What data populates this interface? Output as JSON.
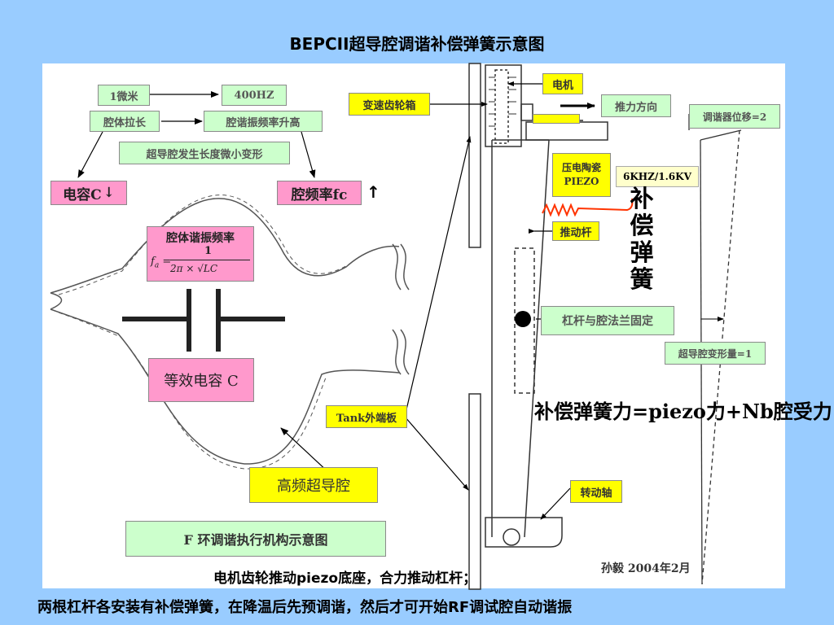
{
  "title": "BEPCII超导腔调谐补偿弹簧示意图",
  "labels": {
    "micron": "1微米",
    "freq400": "400HZ",
    "stretch": "腔体拉长",
    "freq_up": "腔谐振频率升高",
    "small_change": "超导腔发生长度微小变形",
    "cap_c": "电容C",
    "cap_arrow": "↓",
    "cav_freq": "腔频率fc",
    "freq_arrow": "↑",
    "gearbox": "变速齿轮箱",
    "motor": "电机",
    "thrust": "推力方向",
    "tuner_disp": "调谐器位移=2",
    "piezo": "压电陶瓷\nPIEZO",
    "piezo_spec": "6KHZ/1.6KV",
    "push_rod": "推动杆",
    "lever_fix": "杠杆与腔法兰固定",
    "cav_deform": "超导腔变形量=1",
    "equiv_cap": "等效电容 C",
    "tank_plate": "Tank外端板",
    "hf_cavity": "高频超导腔",
    "pivot": "转动轴",
    "f_ring": "F 环调谐执行机构示意图",
    "author": "孙毅  2004年2月"
  },
  "formula": {
    "title": "腔体谐振频率",
    "lhs": "f",
    "lhs_sub": "a",
    "equals": "=",
    "numerator": "1",
    "denominator": "2π × √LC"
  },
  "spring_label": [
    "补",
    "偿",
    "弹",
    "簧"
  ],
  "force_eq": "补偿弹簧力=piezo力+Nb腔受力",
  "note1": "电机齿轮推动piezo底座，合力推动杠杆；",
  "note2": "两根杠杆各安装有补偿弹簧，在降温后先预调谐，然后才可开始RF调试腔自动谐振",
  "colors": {
    "background": "#99ccff",
    "label_green": "#ccffcc",
    "label_yellow": "#ffff00",
    "label_pink": "#ff99cc",
    "spring": "#ff3300"
  }
}
